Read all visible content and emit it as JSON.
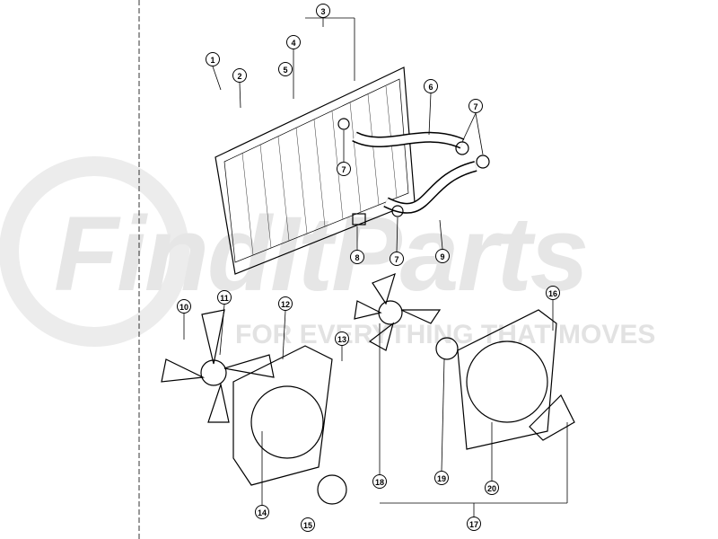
{
  "watermark": {
    "brand": "FindItParts",
    "tagline": "FOR EVERYTHING THAT MOVES"
  },
  "callouts": [
    {
      "id": "c1",
      "label": "1"
    },
    {
      "id": "c2",
      "label": "2"
    },
    {
      "id": "c3",
      "label": "3"
    },
    {
      "id": "c4",
      "label": "4"
    },
    {
      "id": "c5",
      "label": "5"
    },
    {
      "id": "c6",
      "label": "6"
    },
    {
      "id": "c7a",
      "label": "7"
    },
    {
      "id": "c7b",
      "label": "7"
    },
    {
      "id": "c7c",
      "label": "7"
    },
    {
      "id": "c8",
      "label": "8"
    },
    {
      "id": "c9",
      "label": "9"
    },
    {
      "id": "c10",
      "label": "10"
    },
    {
      "id": "c11",
      "label": "11"
    },
    {
      "id": "c12",
      "label": "12"
    },
    {
      "id": "c13",
      "label": "13"
    },
    {
      "id": "c14",
      "label": "14"
    },
    {
      "id": "c15",
      "label": "15"
    },
    {
      "id": "c16",
      "label": "16"
    },
    {
      "id": "c17",
      "label": "17"
    },
    {
      "id": "c18",
      "label": "18"
    },
    {
      "id": "c19",
      "label": "19"
    },
    {
      "id": "c20",
      "label": "20"
    }
  ]
}
